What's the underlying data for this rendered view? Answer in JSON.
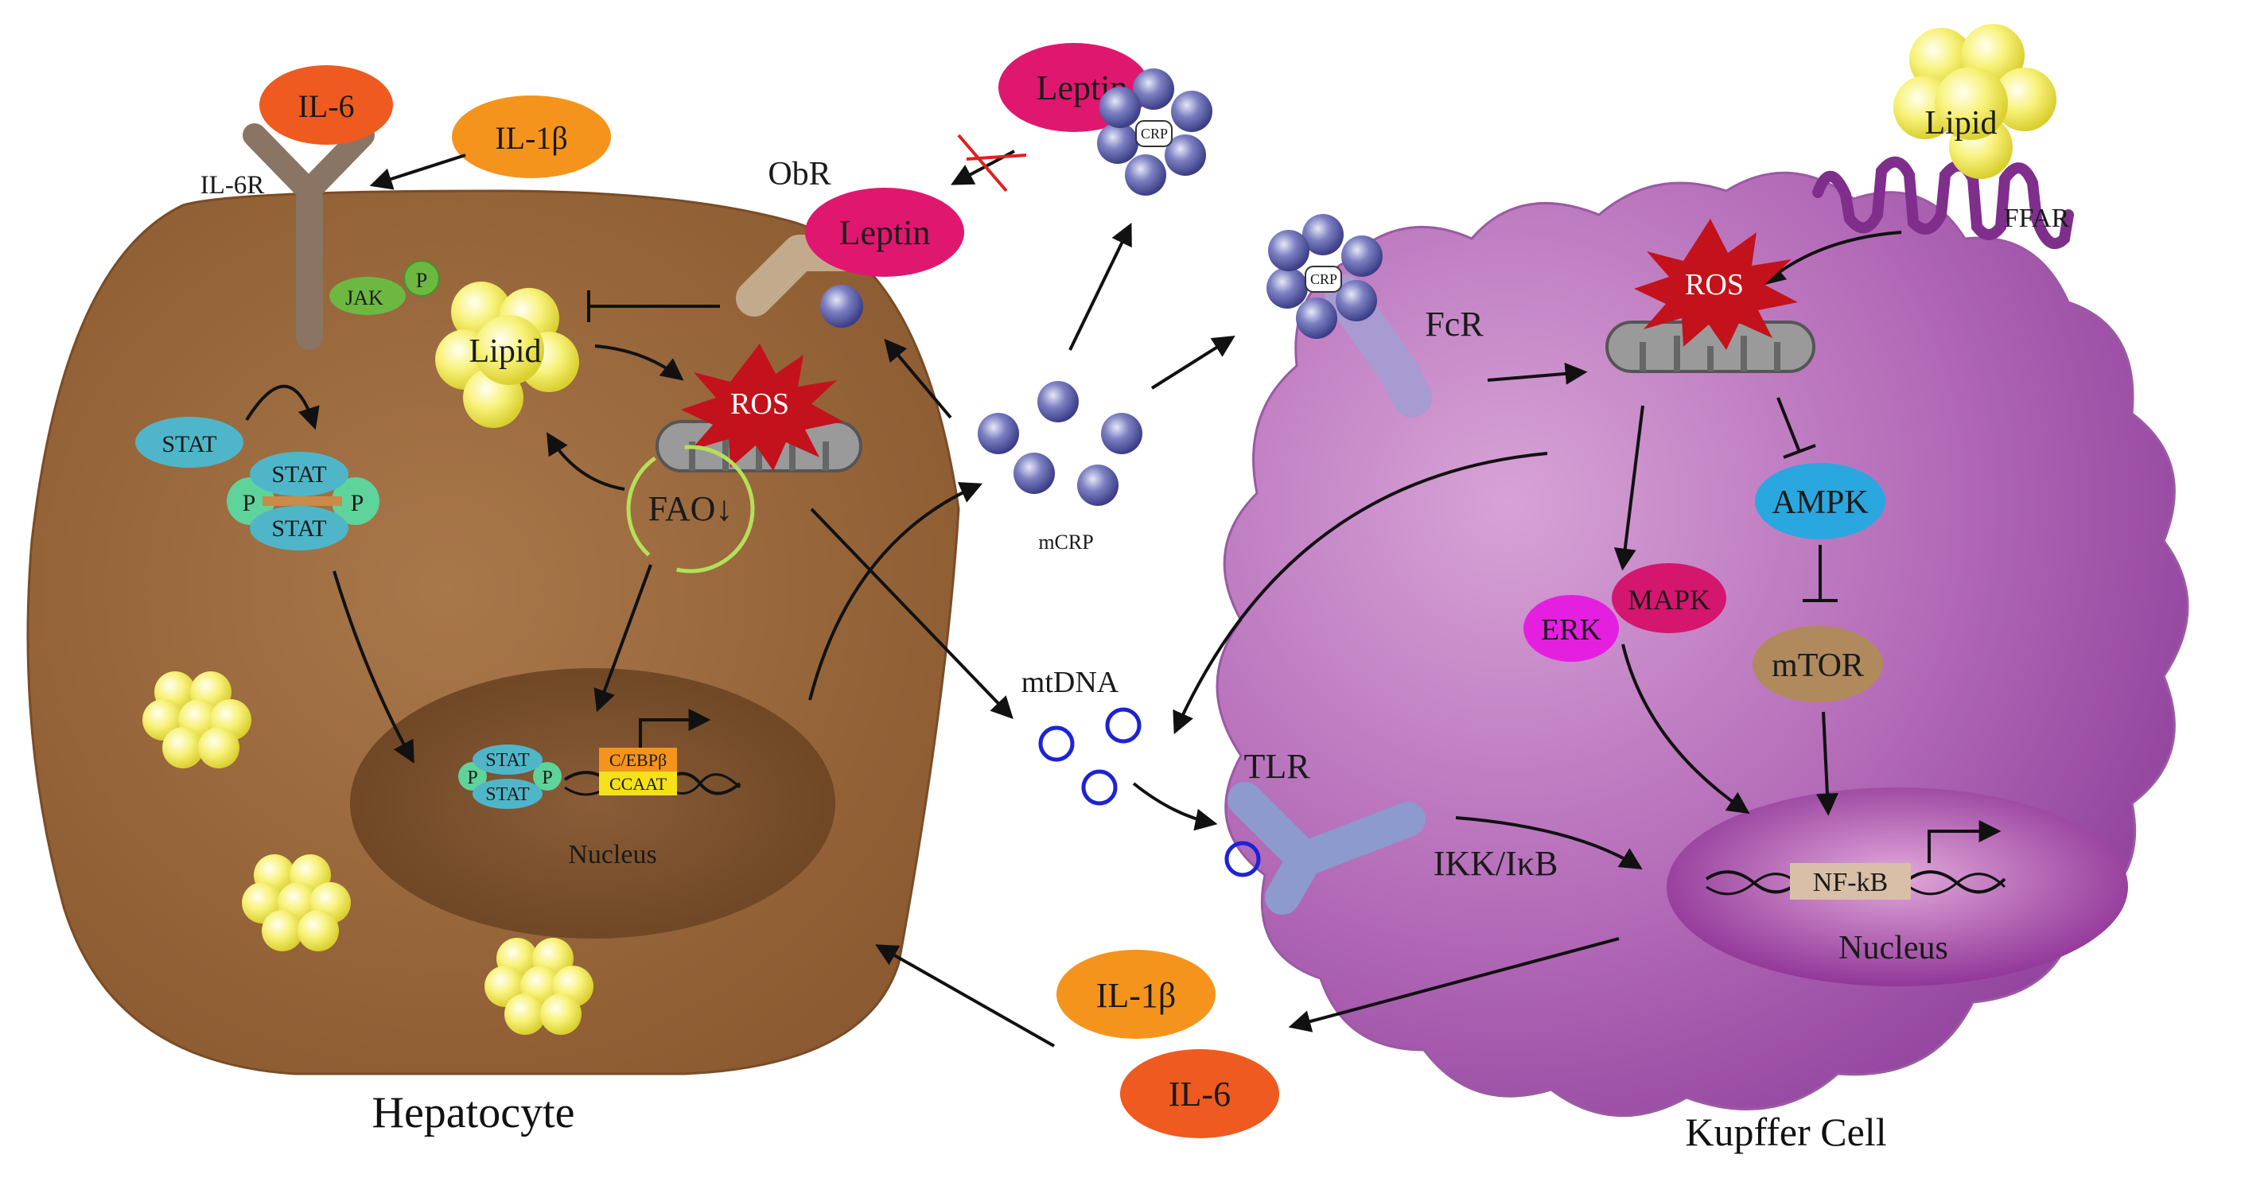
{
  "labels": {
    "hepatocyte": "Hepatocyte",
    "kupffer_cell": "Kupffer Cell",
    "nucleus_hep": "Nucleus",
    "nucleus_kup": "Nucleus",
    "il6": "IL-6",
    "il1b": "IL-1β",
    "il6r": "IL-6R",
    "jak": "JAK",
    "p": "P",
    "stat": "STAT",
    "lipid": "Lipid",
    "ros": "ROS",
    "fao": "FAO↓",
    "cebpb": "C/EBPβ",
    "ccaat": "CCAAT",
    "obr": "ObR",
    "leptin": "Leptin",
    "crp": "CRP",
    "mcrp": "mCRP",
    "mtdna": "mtDNA",
    "tlr": "TLR",
    "fcr": "FcR",
    "ffar": "FFAR",
    "ampk": "AMPK",
    "mtor": "mTOR",
    "erk": "ERK",
    "mapk": "MAPK",
    "ikk": "IKK/IκB",
    "nfkb": "NF-kB"
  },
  "colors": {
    "hepatocyte_fill": "#9C6B3F",
    "hep_nucleus": "#7A4E2A",
    "kupffer_fill": "#B46BB8",
    "kup_nucleus": "#93379A",
    "il6": "#EE5A1F",
    "il1b": "#F4941C",
    "leptin": "#E0176F",
    "crp_bead": "#5D5FA8",
    "ros": "#C3121B",
    "ampk": "#2AA7DE",
    "mtor": "#B08A5D",
    "erk": "#E51FE0",
    "mapk": "#D4166E",
    "stat": "#4FB6C9",
    "jak": "#6DB841",
    "lipid": "#F5F06A",
    "tlr": "#8C9ACD",
    "ffar": "#7F2E8C"
  }
}
